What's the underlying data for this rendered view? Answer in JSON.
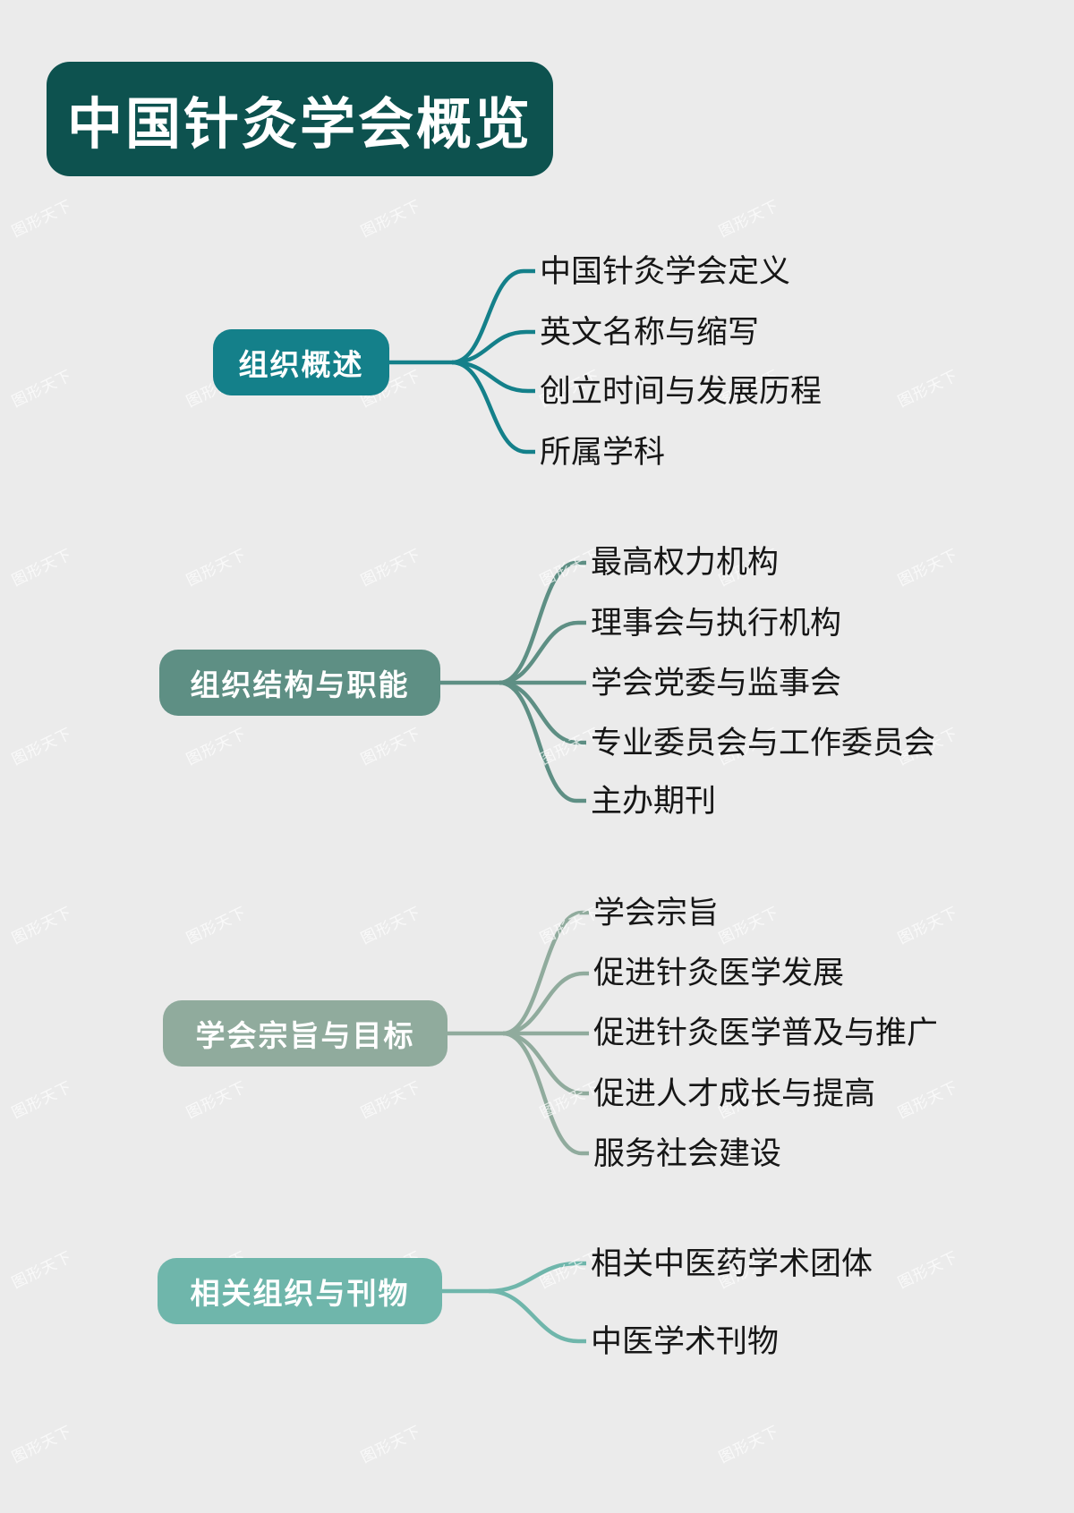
{
  "page": {
    "background_color": "#ebebeb",
    "watermark_text": "图形天下"
  },
  "root": {
    "label": "中国针灸学会概览",
    "color": "#0d524f"
  },
  "branches": [
    {
      "label": "组织概述",
      "color": "#14808a",
      "leaf_color": "#14808a",
      "children": [
        {
          "label": "中国针灸学会定义"
        },
        {
          "label": "英文名称与缩写"
        },
        {
          "label": "创立时间与发展历程"
        },
        {
          "label": "所属学科"
        }
      ]
    },
    {
      "label": "组织结构与职能",
      "color": "#5e8f84",
      "leaf_color": "#5e8f84",
      "children": [
        {
          "label": "最高权力机构"
        },
        {
          "label": "理事会与执行机构"
        },
        {
          "label": "学会党委与监事会"
        },
        {
          "label": "专业委员会与工作委员会"
        },
        {
          "label": "主办期刊"
        }
      ]
    },
    {
      "label": "学会宗旨与目标",
      "color": "#90ab9d",
      "leaf_color": "#90ab9d",
      "children": [
        {
          "label": "学会宗旨"
        },
        {
          "label": "促进针灸医学发展"
        },
        {
          "label": "促进针灸医学普及与推广"
        },
        {
          "label": "促进人才成长与提高"
        },
        {
          "label": "服务社会建设"
        }
      ]
    },
    {
      "label": "相关组织与刊物",
      "color": "#6fb6ab",
      "leaf_color": "#6fb6ab",
      "children": [
        {
          "label": "相关中医药学术团体"
        },
        {
          "label": "中医学术刊物"
        }
      ]
    }
  ]
}
